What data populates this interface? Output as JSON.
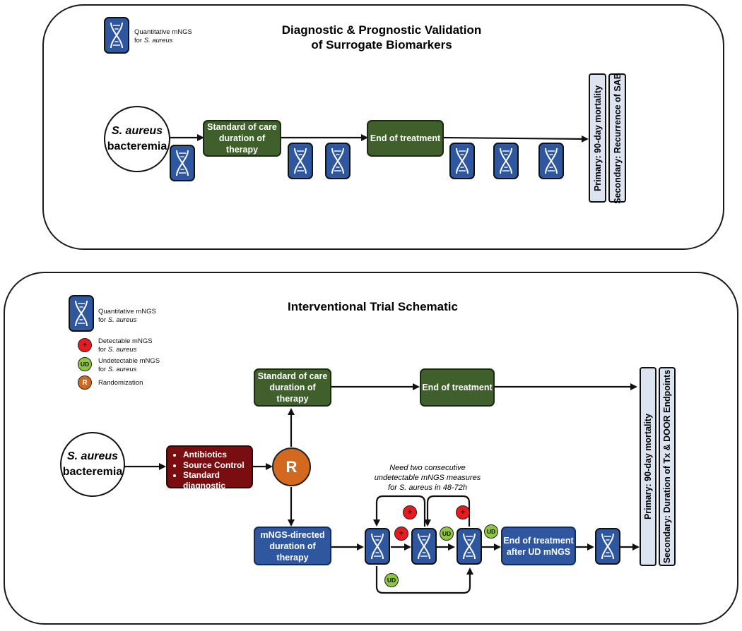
{
  "panel1": {
    "title_line1": "Diagnostic & Prognostic Validation",
    "title_line2": "of Surrogate Biomarkers",
    "legend": {
      "dna_text_1": "Quantitative mNGS",
      "dna_text_2": "for S. aureus"
    },
    "start_italic": "S. aureus",
    "start_plain": "bacteremia",
    "soc_box": "Standard of care duration of therapy",
    "eot_box": "End of treatment",
    "primary": "Primary: 90-day mortality",
    "secondary": "Secondary: Recurrence of SAB"
  },
  "panel2": {
    "title": "Interventional Trial Schematic",
    "legend": {
      "dna_text_1": "Quantitative mNGS",
      "dna_text_2": "for S. aureus",
      "detect_text_1": "Detectable mNGS",
      "detect_text_2": "for S. aureus",
      "undetect_text_1": "Undetectable mNGS",
      "undetect_text_2": "for S. aureus",
      "random_text": "Randomization"
    },
    "start_italic": "S. aureus",
    "start_plain": "bacteremia",
    "interventions": [
      "Antibiotics",
      "Source Control",
      "Standard diagnostic evaluation"
    ],
    "randomization_letter": "R",
    "soc_box": "Standard of care duration of therapy",
    "eot_box": "End of treatment",
    "mngs_box": "mNGS-directed duration of therapy",
    "eot_ud_box": "End of treatment after UD mNGS",
    "note_line1": "Need two consecutive",
    "note_line2": "undetectable mNGS measures",
    "note_line3": "for S. aureus in 48-72h",
    "plus_symbol": "+",
    "ud_label": "UD",
    "primary": "Primary: 90-day mortality",
    "secondary": "Secondary: Duration of Tx & DOOR Endpoints"
  }
}
